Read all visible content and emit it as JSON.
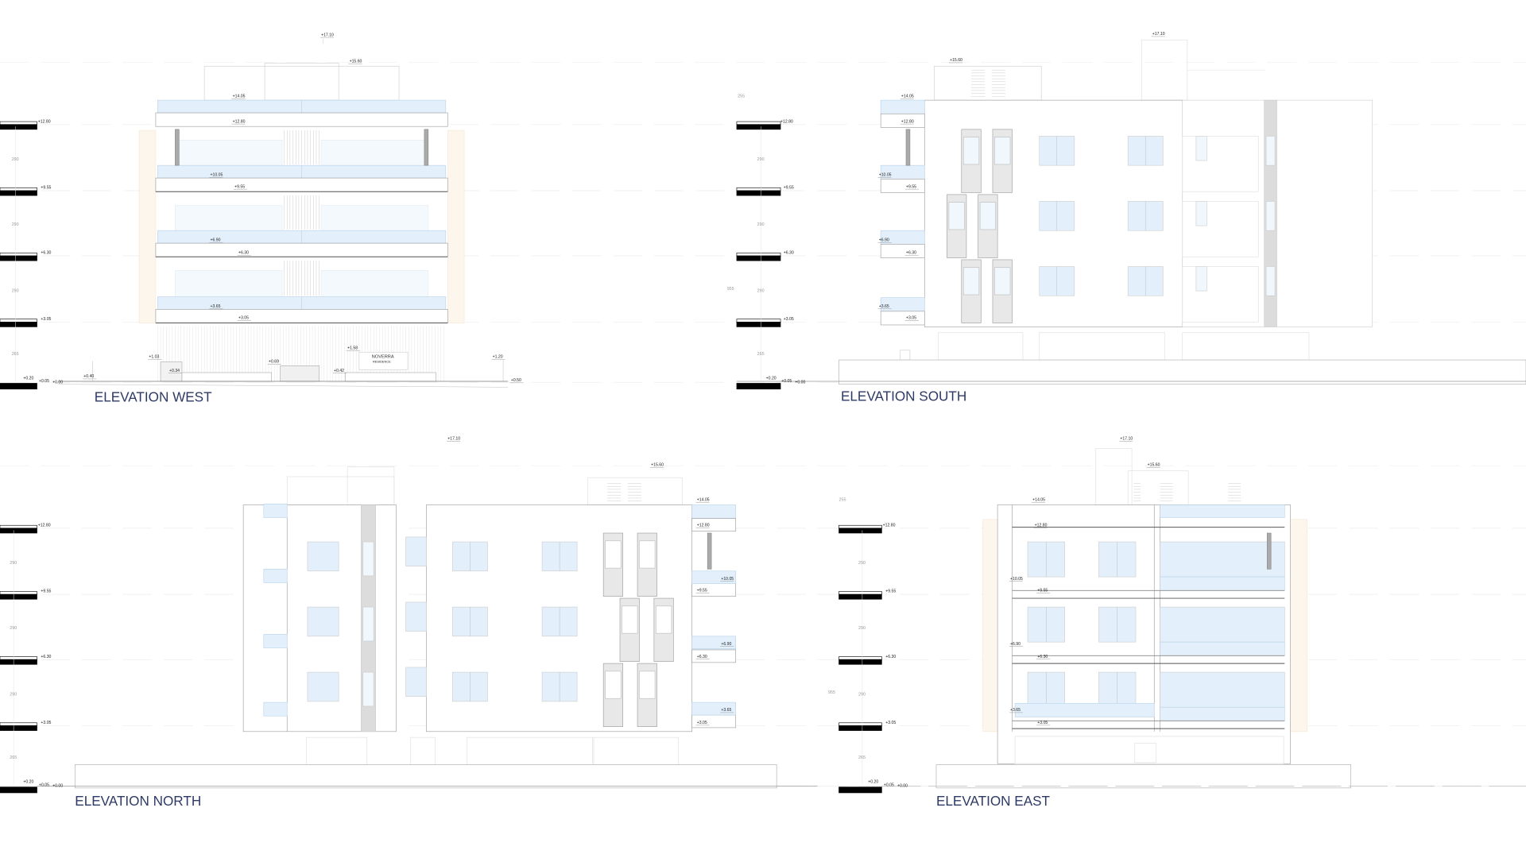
{
  "sheet": {
    "colors": {
      "glass": "#e3f0fb",
      "line": "#b9b9b9",
      "gray_panel": "#dcdcdc",
      "beige": "#fdf6ec",
      "title": "#2e3a66"
    },
    "elevations": [
      {
        "title": "ELEVATION WEST",
        "scale_levels": [
          "+12.80",
          "+9.55",
          "+6.30",
          "+3.05",
          "+0.20",
          "+0.05",
          "+0.00"
        ],
        "dims": [
          "290",
          "290",
          "290",
          "265"
        ],
        "labels": [
          "+17.10",
          "+15.60",
          "+14.05",
          "+12.80",
          "+10.05",
          "+9.55",
          "+6.90",
          "+6.30",
          "+3.65",
          "+3.05",
          "+1.03",
          "+0.34",
          "+0.69",
          "+1.58",
          "+0.42",
          "+1.20",
          "+0.50",
          "+0.40"
        ],
        "sign": [
          "NOVERRA",
          "RESIDENCE"
        ]
      },
      {
        "title": "ELEVATION SOUTH",
        "scale_levels": [
          "+12.80",
          "+9.55",
          "+6.30",
          "+3.05",
          "+0.20",
          "+0.05",
          "+0.00"
        ],
        "dims": [
          "290",
          "290",
          "290",
          "265",
          "955",
          "255"
        ],
        "labels": [
          "+17.10",
          "+15.60",
          "+14.05",
          "+12.80",
          "+10.05",
          "+9.55",
          "+6.90",
          "+6.30",
          "+3.65",
          "+3.05"
        ]
      },
      {
        "title": "ELEVATION NORTH",
        "scale_levels": [
          "+12.80",
          "+9.55",
          "+6.30",
          "+3.05",
          "+0.20",
          "+0.05",
          "+0.00"
        ],
        "dims": [
          "290",
          "290",
          "290",
          "265"
        ],
        "labels": [
          "+17.10",
          "+15.60",
          "+14.05",
          "+12.80",
          "+10.05",
          "+9.55",
          "+6.90",
          "+6.30",
          "+3.65",
          "+3.05"
        ]
      },
      {
        "title": "ELEVATION EAST",
        "scale_levels": [
          "+12.80",
          "+9.55",
          "+6.30",
          "+3.05",
          "+0.20",
          "+0.05",
          "+0.00"
        ],
        "dims": [
          "290",
          "290",
          "290",
          "265",
          "955",
          "255"
        ],
        "labels": [
          "+17.10",
          "+15.60",
          "+14.05",
          "+12.80",
          "+10.05",
          "+9.55",
          "+6.90",
          "+6.30",
          "+3.65",
          "+3.05"
        ]
      }
    ]
  }
}
